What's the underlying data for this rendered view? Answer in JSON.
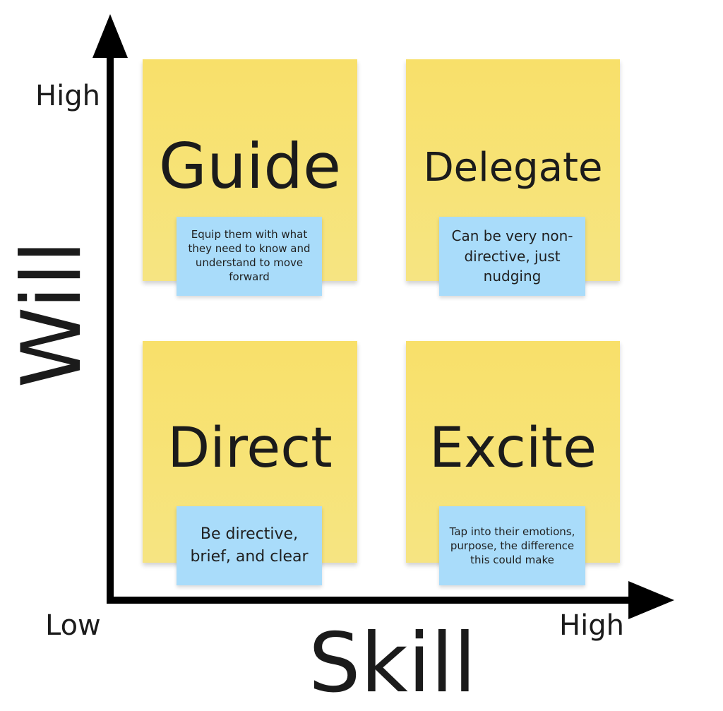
{
  "axes": {
    "y_title": "Will",
    "x_title": "Skill",
    "y_high_label": "High",
    "x_low_label": "Low",
    "x_high_label": "High"
  },
  "quadrants": {
    "guide": {
      "title": "Guide",
      "note": "Equip them with what they need to know and understand to move forward"
    },
    "delegate": {
      "title": "Delegate",
      "note": "Can be very non-directive, just nudging"
    },
    "direct": {
      "title": "Direct",
      "note": "Be directive, brief, and clear"
    },
    "excite": {
      "title": "Excite",
      "note": "Tap into their emotions, purpose, the difference this could make"
    }
  },
  "colors": {
    "sticky_yellow": "#f7e377",
    "note_blue": "#a9dcfa",
    "axis_black": "#000000",
    "text_dark": "#1b1b1b"
  }
}
